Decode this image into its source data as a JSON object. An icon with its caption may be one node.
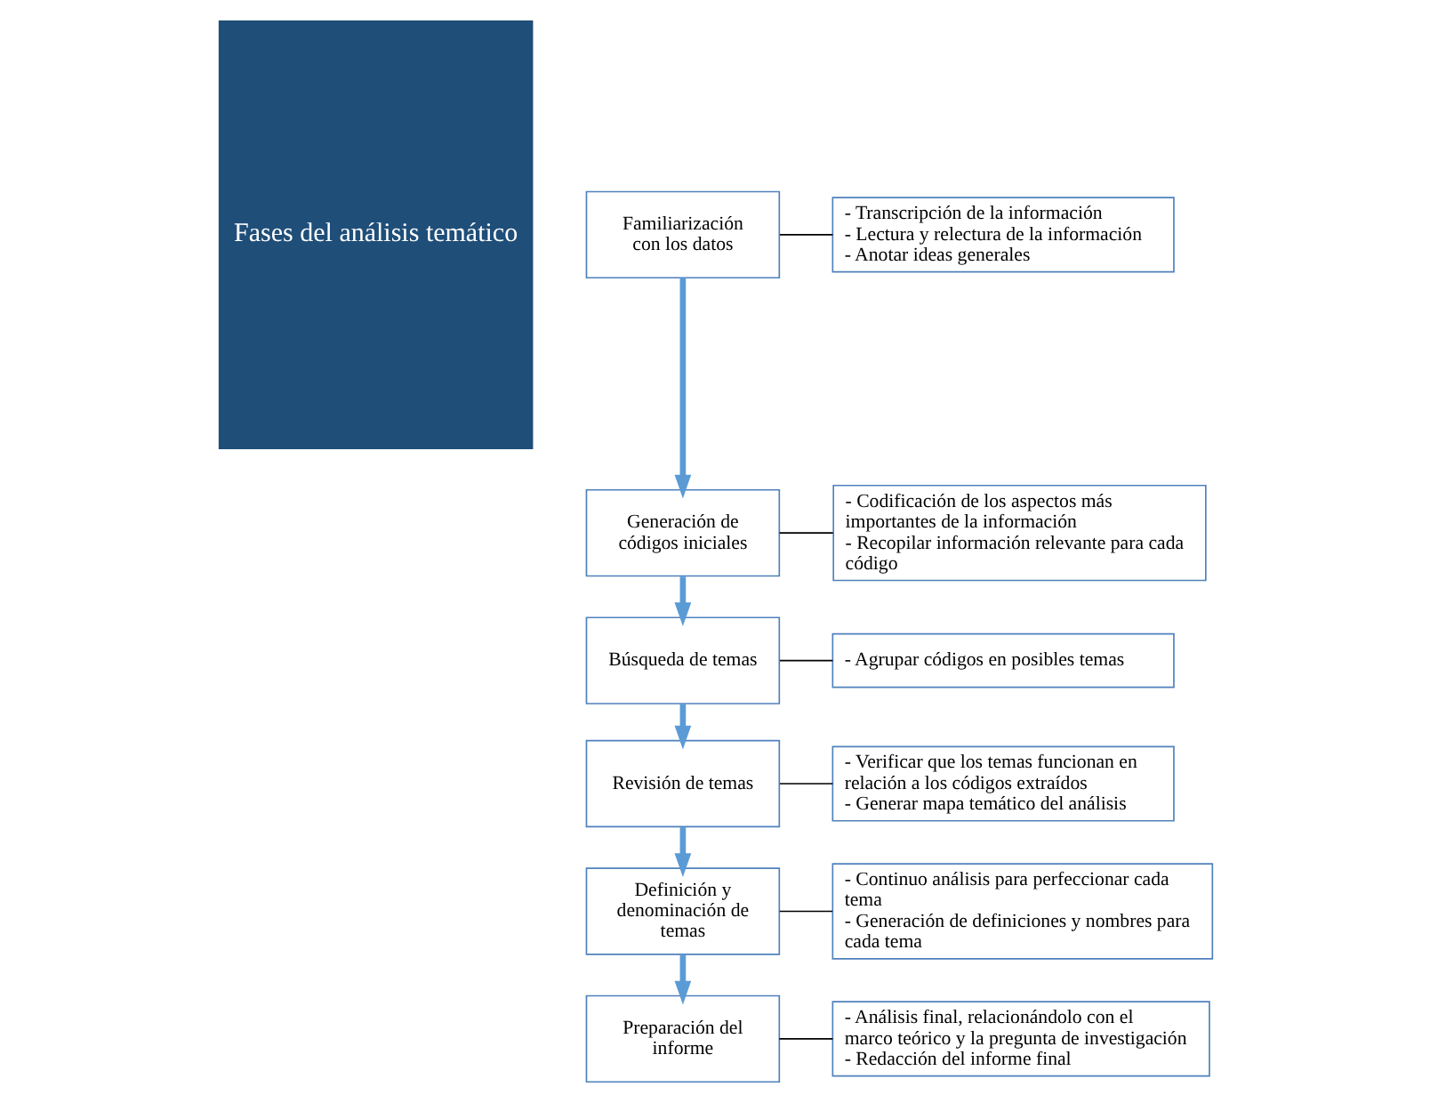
{
  "diagram": {
    "nodes": [
      {
        "text": [
          "Fases del análisis temático"
        ]
      },
      {
        "text": [
          "Familiarización con los datos"
        ]
      },
      {
        "text": [
          "- Transcripción de la información",
          "- Lectura y relectura de la información",
          "- Anotar ideas generales"
        ]
      },
      {
        "text": [
          "Generación de códigos iniciales"
        ]
      },
      {
        "text": [
          "- Codificación de los aspectos más importantes de la información",
          "- Recopilar información relevante para cada código"
        ]
      },
      {
        "text": [
          "Búsqueda de temas"
        ]
      },
      {
        "text": [
          "- Agrupar códigos en posibles temas"
        ]
      },
      {
        "text": [
          "Revisión de temas"
        ]
      },
      {
        "text": [
          "- Verificar que los temas funcionan en relación a los códigos extraídos",
          "- Generar mapa temático del análisis"
        ]
      },
      {
        "text": [
          "Definición y denominación de temas"
        ]
      },
      {
        "text": [
          "- Continuo análisis para perfeccionar cada tema",
          "- Generación de definiciones y nombres para cada tema"
        ]
      },
      {
        "text": [
          "Preparación del informe"
        ]
      },
      {
        "text": [
          "- Análisis final, relacionándolo con el marco teórico y la pregunta de investigación",
          "- Redacción del informe final"
        ]
      }
    ],
    "edges": [
      {
        "from": 1,
        "to": 2,
        "arrow": "none"
      },
      {
        "from": 1,
        "to": 3,
        "arrow": "to",
        "style": "thick",
        "color": "#5b9bd5"
      },
      {
        "from": 3,
        "to": 4,
        "arrow": "none"
      },
      {
        "from": 3,
        "to": 5,
        "arrow": "to",
        "style": "thick",
        "color": "#5b9bd5"
      },
      {
        "from": 5,
        "to": 6,
        "arrow": "none"
      },
      {
        "from": 5,
        "to": 7,
        "arrow": "to",
        "style": "thick",
        "color": "#5b9bd5"
      },
      {
        "from": 7,
        "to": 8,
        "arrow": "none"
      },
      {
        "from": 7,
        "to": 9,
        "arrow": "to",
        "style": "thick",
        "color": "#5b9bd5"
      },
      {
        "from": 9,
        "to": 10,
        "arrow": "none"
      },
      {
        "from": 9,
        "to": 11,
        "arrow": "to",
        "style": "thick",
        "color": "#5b9bd5"
      },
      {
        "from": 11,
        "to": 12,
        "arrow": "none"
      }
    ]
  }
}
